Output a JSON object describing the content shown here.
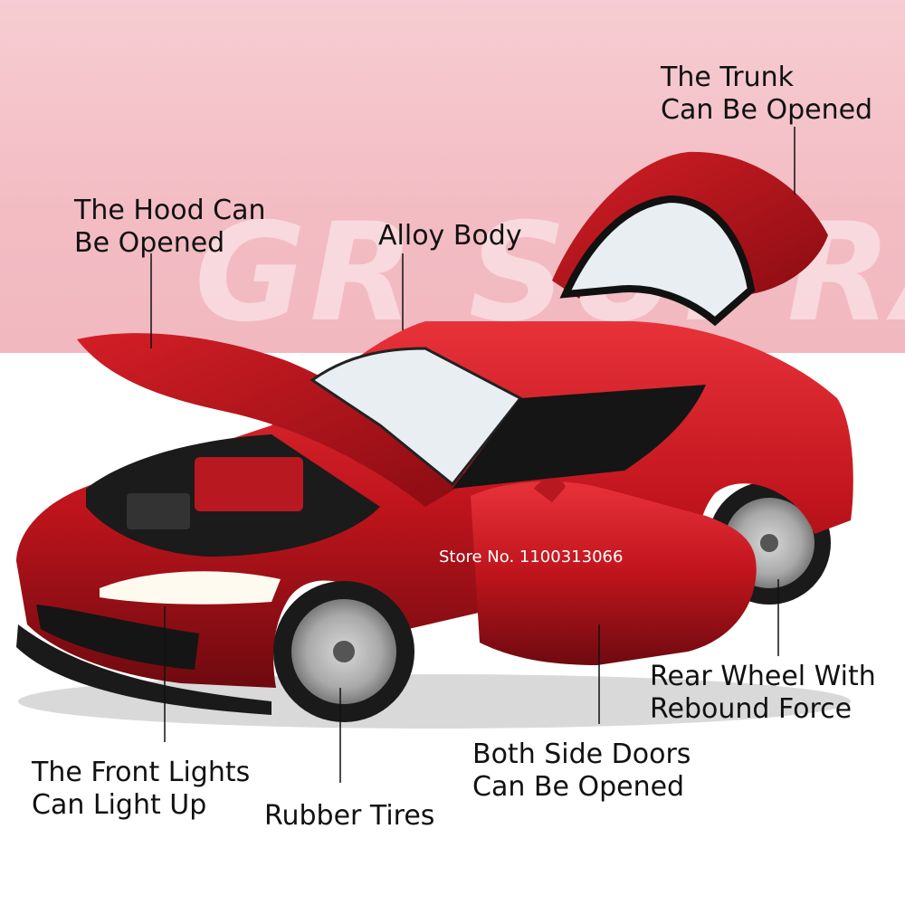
{
  "watermark": "GR SUPRA",
  "store_label": "Store No. 1100313066",
  "callouts": {
    "trunk": [
      "The Trunk",
      "Can Be Opened"
    ],
    "hood": [
      "The Hood Can",
      "Be Opened"
    ],
    "alloy": [
      "Alloy Body"
    ],
    "rear_wheel": [
      "Rear Wheel With",
      "Rebound Force"
    ],
    "doors": [
      "Both Side Doors",
      "Can Be Opened"
    ],
    "front_lights": [
      "The Front Lights",
      "Can Light Up"
    ],
    "tires": [
      "Rubber Tires"
    ]
  },
  "colors": {
    "background_top": "#f3bcc3",
    "background_bottom": "#ffffff",
    "car_body": "#c0141c",
    "car_shadow": "#6e0a10",
    "text": "#111111"
  }
}
